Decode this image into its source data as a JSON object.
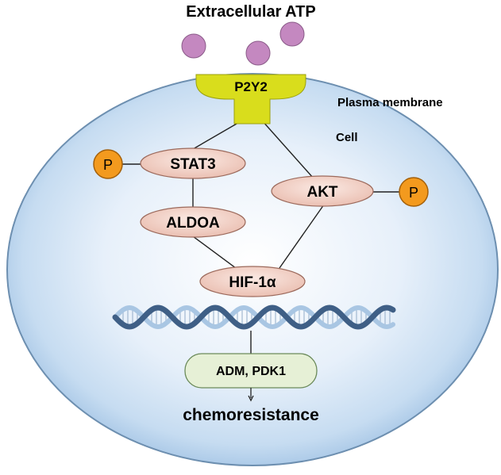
{
  "title": "Extracellular ATP",
  "labels": {
    "plasma_membrane": "Plasma membrane",
    "cell": "Cell",
    "chemoresistance": "chemoresistance"
  },
  "receptor": {
    "label": "P2Y2",
    "color": "#d9dd1c"
  },
  "nodes": {
    "stat3": "STAT3",
    "aldoa": "ALDOA",
    "akt": "AKT",
    "hif1a": "HIF-1α"
  },
  "phospho": {
    "stat3": "P",
    "akt": "P"
  },
  "targets": {
    "label": "ADM, PDK1"
  },
  "colors": {
    "atp": "#c488c0",
    "node_fill": "#f2cfc4",
    "phospho_fill": "#f39a1e",
    "target_fill": "#e6f0d6",
    "cell_edge": "#7fa6c8",
    "dna_dark": "#3f5f86",
    "dna_light": "#a9c6e3"
  },
  "icons": {
    "dna": "dna-helix-icon",
    "atp": "atp-molecule-icon"
  }
}
